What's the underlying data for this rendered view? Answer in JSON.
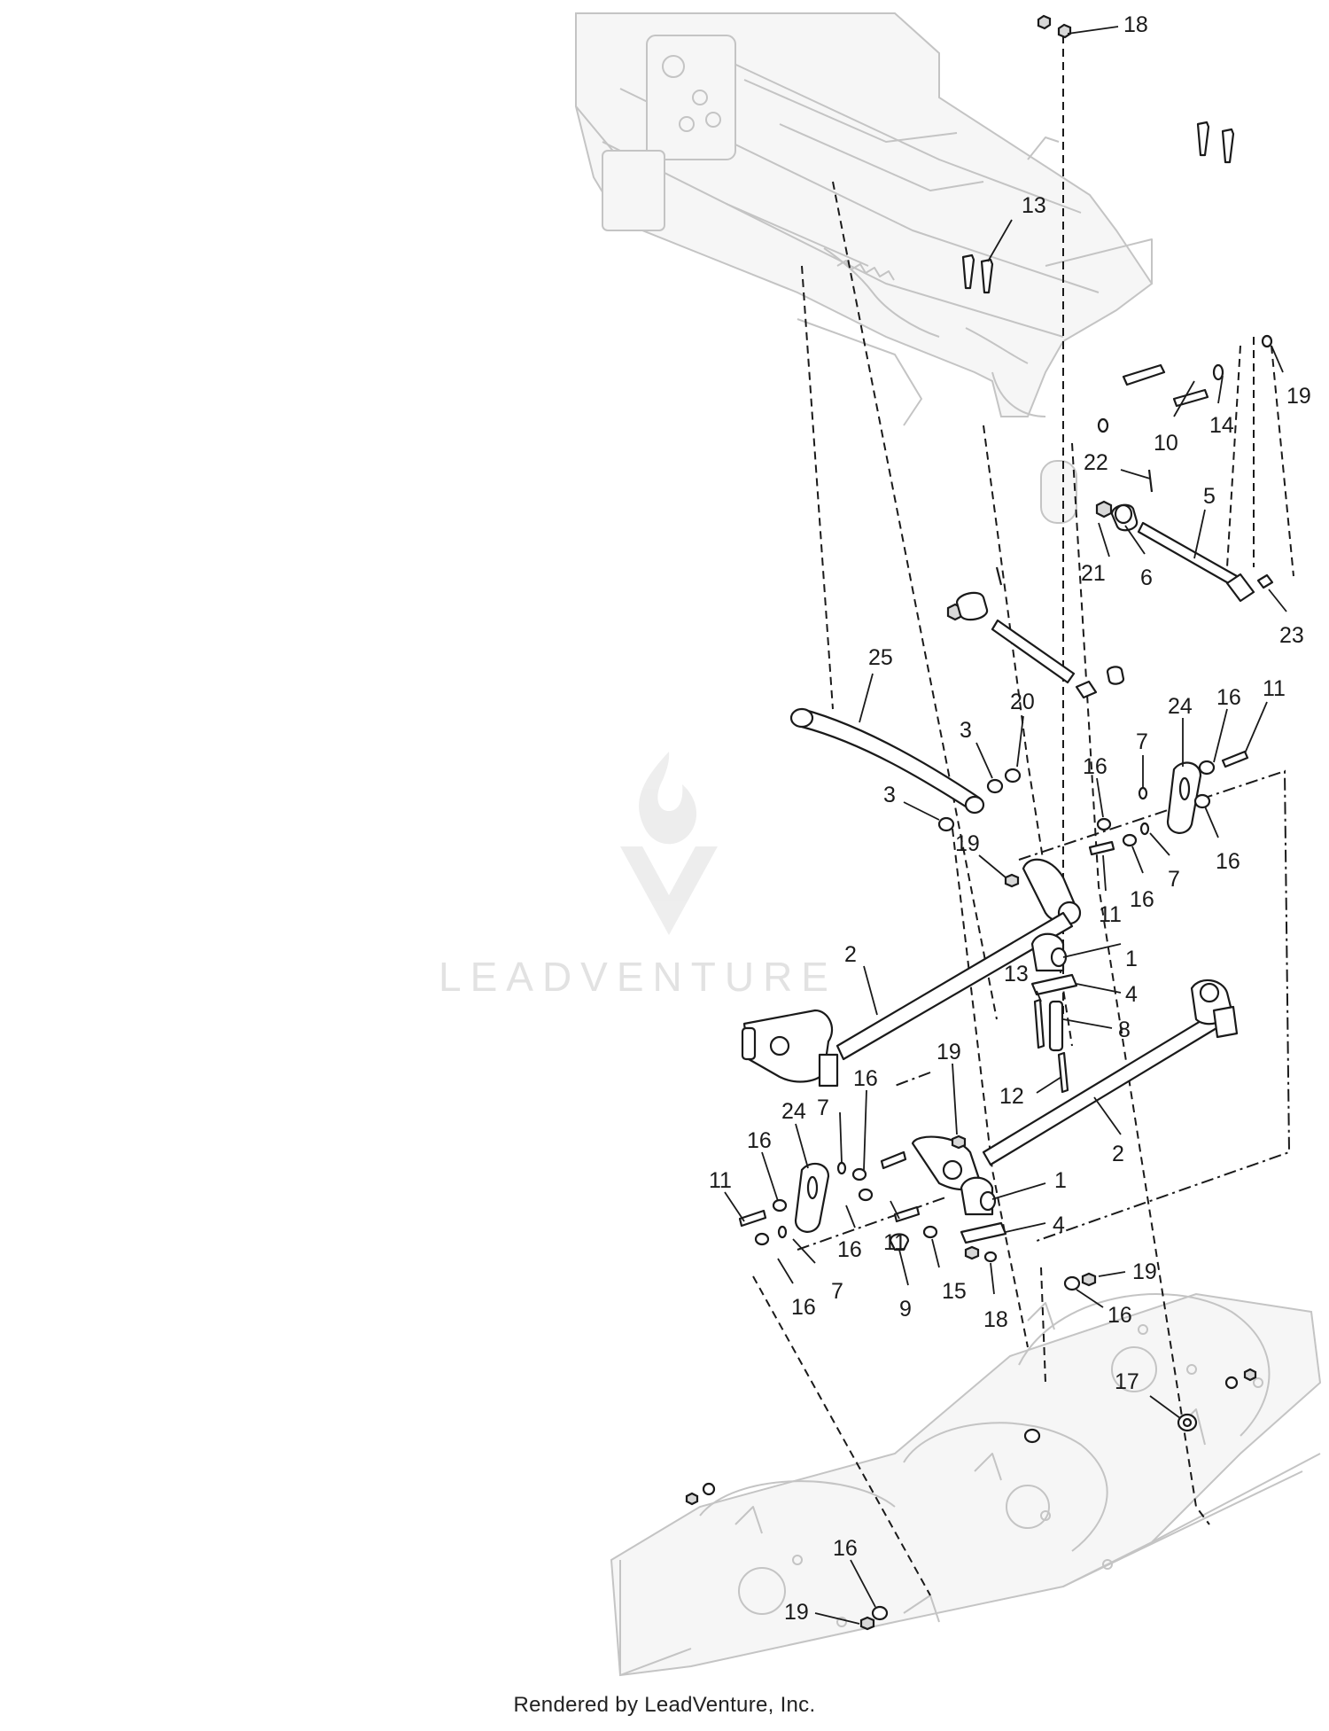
{
  "watermark": {
    "text": "LEADVENTURE"
  },
  "footer": {
    "credit": "Rendered by LeadVenture, Inc."
  },
  "callouts": [
    {
      "label": "18"
    },
    {
      "label": "13"
    },
    {
      "label": "19"
    },
    {
      "label": "14"
    },
    {
      "label": "10"
    },
    {
      "label": "22"
    },
    {
      "label": "5"
    },
    {
      "label": "21"
    },
    {
      "label": "6"
    },
    {
      "label": "23"
    },
    {
      "label": "25"
    },
    {
      "label": "20"
    },
    {
      "label": "3"
    },
    {
      "label": "3"
    },
    {
      "label": "19"
    },
    {
      "label": "24"
    },
    {
      "label": "16"
    },
    {
      "label": "11"
    },
    {
      "label": "7"
    },
    {
      "label": "16"
    },
    {
      "label": "16"
    },
    {
      "label": "7"
    },
    {
      "label": "16"
    },
    {
      "label": "11"
    },
    {
      "label": "2"
    },
    {
      "label": "1"
    },
    {
      "label": "4"
    },
    {
      "label": "13"
    },
    {
      "label": "8"
    },
    {
      "label": "12"
    },
    {
      "label": "19"
    },
    {
      "label": "2"
    },
    {
      "label": "16"
    },
    {
      "label": "24"
    },
    {
      "label": "16"
    },
    {
      "label": "7"
    },
    {
      "label": "11"
    },
    {
      "label": "16"
    },
    {
      "label": "11"
    },
    {
      "label": "16"
    },
    {
      "label": "7"
    },
    {
      "label": "1"
    },
    {
      "label": "4"
    },
    {
      "label": "9"
    },
    {
      "label": "15"
    },
    {
      "label": "18"
    },
    {
      "label": "19"
    },
    {
      "label": "16"
    },
    {
      "label": "17"
    },
    {
      "label": "16"
    },
    {
      "label": "19"
    }
  ]
}
